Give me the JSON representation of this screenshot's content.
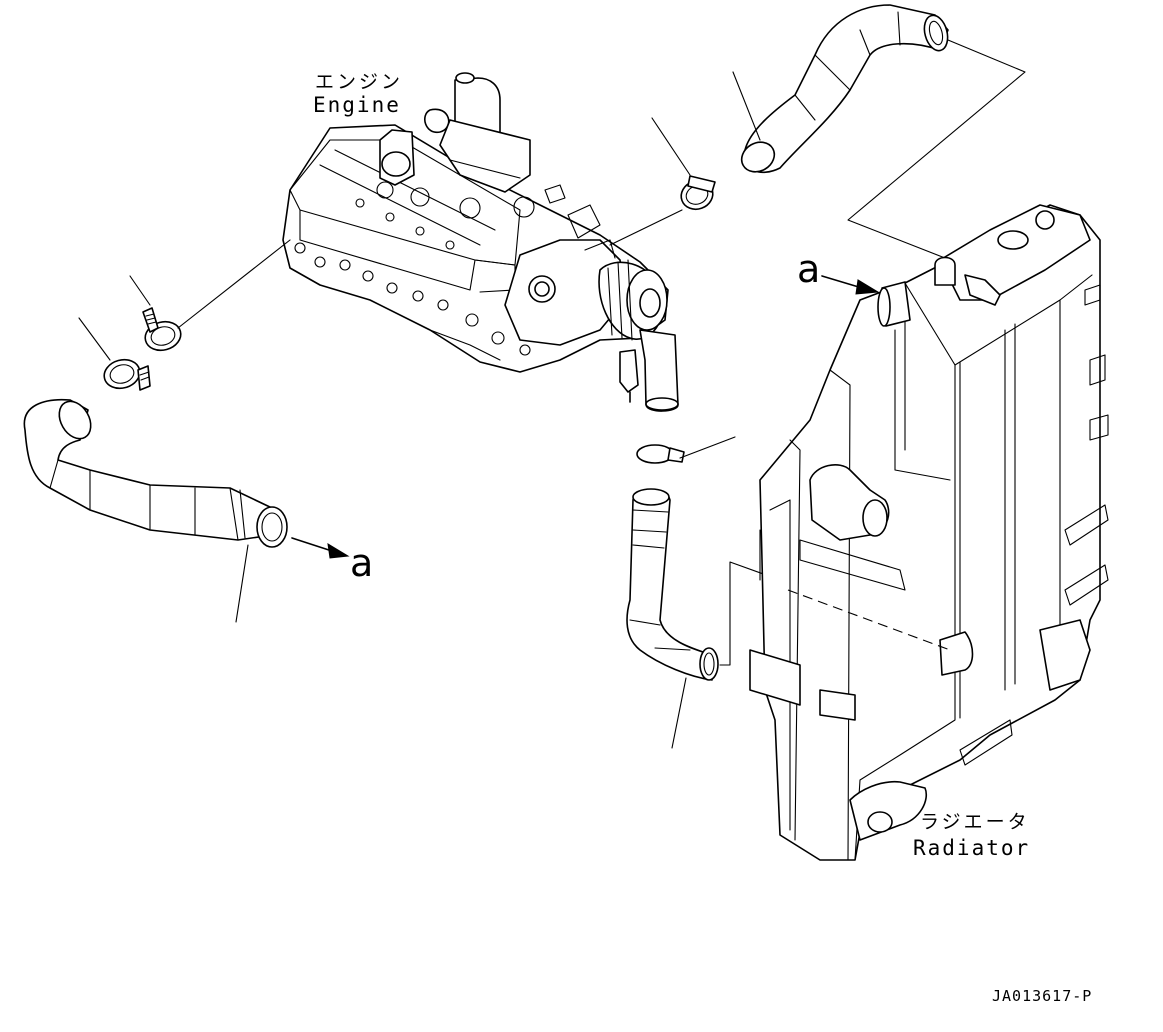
{
  "engine_label": {
    "jp": "エンジン",
    "en": "Engine"
  },
  "radiator_label": {
    "jp": "ラジエータ",
    "en": "Radiator"
  },
  "connection_marker": "a",
  "reference_code": "JA013617-P"
}
